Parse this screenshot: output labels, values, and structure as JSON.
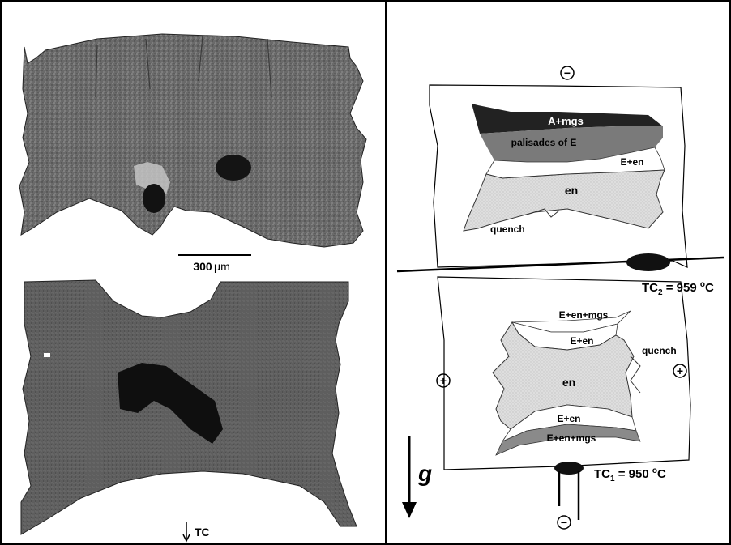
{
  "left_panel": {
    "scale_bar_label": "300",
    "scale_bar_unit": "μm",
    "tc_label": "TC"
  },
  "right_panel": {
    "polarity_top": "−",
    "polarity_bottom": "−",
    "polarity_left": "+",
    "polarity_right": "+",
    "upper_capsule": {
      "zones": [
        "A+mgs",
        "palisades of E",
        "E+en",
        "en",
        "quench"
      ]
    },
    "lower_capsule": {
      "zones": [
        "E+en+mgs",
        "E+en",
        "quench",
        "en",
        "E+en",
        "E+en+mgs"
      ]
    },
    "tc2": {
      "prefix": "TC",
      "sub": "2",
      "value": " = 959 ",
      "unit": "C"
    },
    "tc1": {
      "prefix": "TC",
      "sub": "1",
      "value": " = 950 ",
      "unit": "C"
    },
    "gravity_label": "g"
  },
  "colors": {
    "sample_gray_top": "#6e6e6e",
    "sample_gray_bottom": "#5f5f5f",
    "en_zone": "#dcdcdc",
    "dark_zone": "#2a2a2a",
    "mid_gray_zone": "#7a7a7a"
  }
}
